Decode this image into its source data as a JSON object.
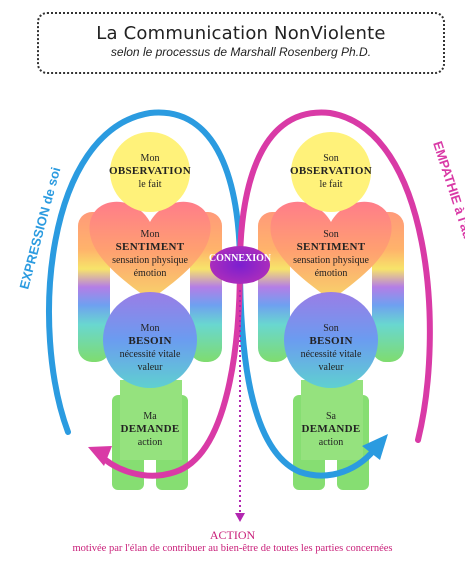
{
  "header": {
    "title": "La Communication NonViolente",
    "subtitle": "selon le processus de Marshall Rosenberg Ph.D."
  },
  "left_figure": {
    "observation": {
      "possessive": "Mon",
      "word": "OBSERVATION",
      "detail": "le fait"
    },
    "sentiment": {
      "possessive": "Mon",
      "word": "SENTIMENT",
      "detail_1": "sensation physique",
      "detail_2": "émotion"
    },
    "besoin": {
      "possessive": "Mon",
      "word": "BESOIN",
      "detail_1": "nécessité vitale",
      "detail_2": "valeur"
    },
    "demande": {
      "possessive": "Ma",
      "word": "DEMANDE",
      "detail": "action"
    }
  },
  "right_figure": {
    "observation": {
      "possessive": "Son",
      "word": "OBSERVATION",
      "detail": "le fait"
    },
    "sentiment": {
      "possessive": "Son",
      "word": "SENTIMENT",
      "detail_1": "sensation physique",
      "detail_2": "émotion"
    },
    "besoin": {
      "possessive": "Son",
      "word": "BESOIN",
      "detail_1": "nécessité vitale",
      "detail_2": "valeur"
    },
    "demande": {
      "possessive": "Sa",
      "word": "DEMANDE",
      "detail": "action"
    }
  },
  "left_arc_label": "EXPRESSION de soi",
  "right_arc_label": "EMPATHIE à l'autre",
  "connexion_label": "CONNEXION",
  "action": {
    "title": "ACTION",
    "subtitle": "motivée par l'élan de contribuer au bien-être de toutes les parties concernées"
  },
  "colors": {
    "expression_blue": "#2b9be0",
    "empathie_magenta": "#d93aa6",
    "connexion_purple": "#8b1fc9",
    "observation_yellow": "#fff27a",
    "sentiment_top": "#ff8a7a",
    "besoin_violet": "#8f7de0",
    "demande_green": "#7fdc7a"
  }
}
